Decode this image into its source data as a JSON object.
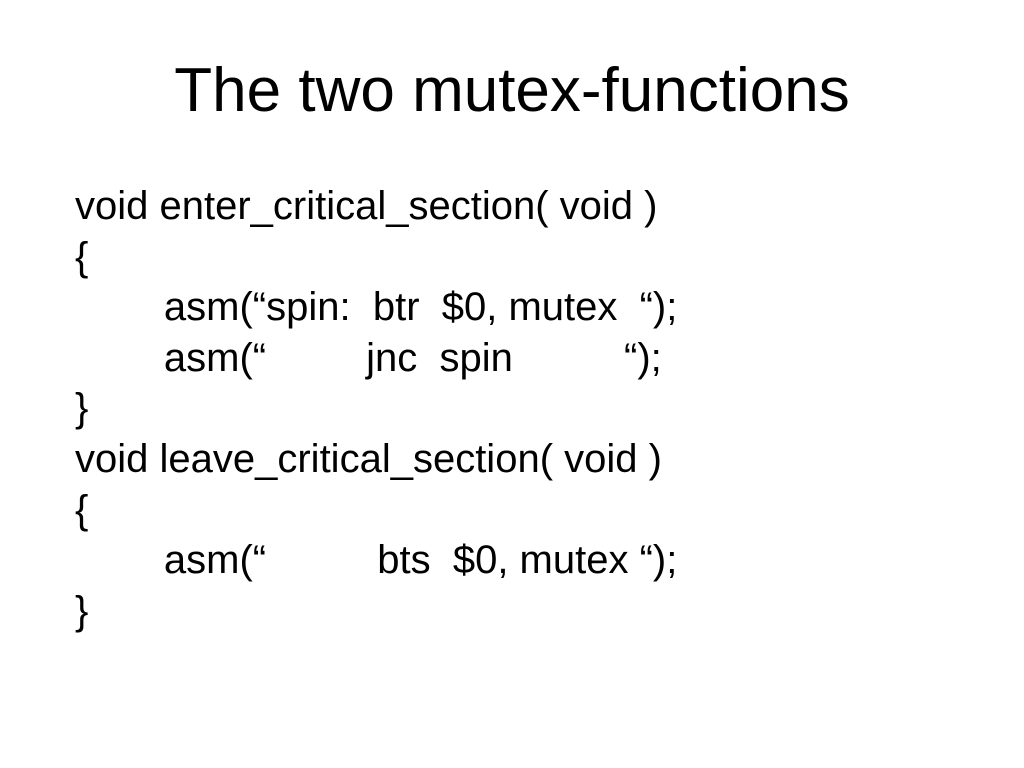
{
  "slide": {
    "background_color": "#ffffff",
    "text_color": "#000000",
    "title": "The two mutex-functions",
    "code_lines": [
      "void enter_critical_section( void )",
      "{",
      "        asm(“spin:  btr  $0, mutex  “);",
      "        asm(“         jnc  spin          “);",
      "}",
      "void leave_critical_section( void )",
      "{",
      "        asm(“          bts  $0, mutex “);",
      "}"
    ]
  }
}
